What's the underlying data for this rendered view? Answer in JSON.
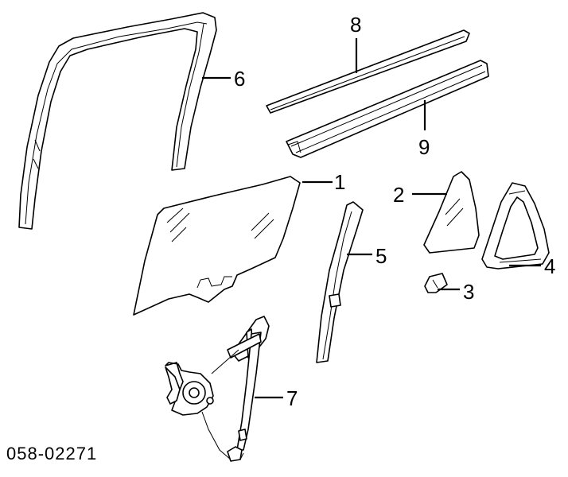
{
  "diagram": {
    "background": "#ffffff",
    "ink": "#000000",
    "reference_code": "058-02271",
    "callouts": [
      "1",
      "2",
      "3",
      "4",
      "5",
      "6",
      "7",
      "8",
      "9"
    ]
  }
}
